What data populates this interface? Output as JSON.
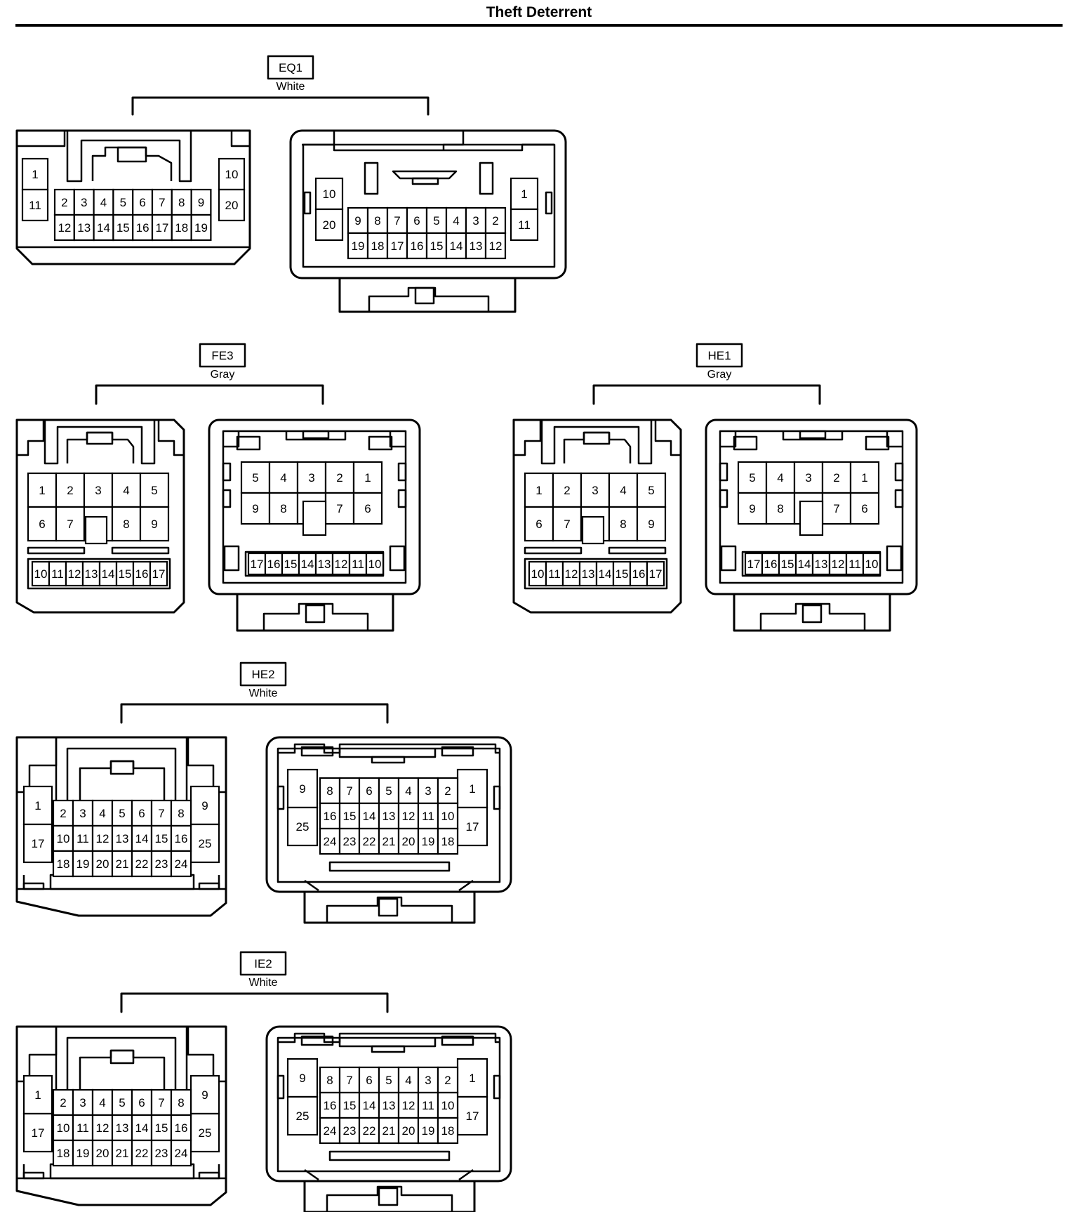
{
  "title": "Theft Deterrent",
  "connectors": [
    {
      "id": "EQ1",
      "color": "White",
      "pins": {
        "left_col_left": [
          "1",
          "11"
        ],
        "left_col_right": [
          "10",
          "20"
        ],
        "main_top": [
          "2",
          "3",
          "4",
          "5",
          "6",
          "7",
          "8",
          "9"
        ],
        "main_bottom": [
          "12",
          "13",
          "14",
          "15",
          "16",
          "17",
          "18",
          "19"
        ],
        "mirror_main_top": [
          "9",
          "8",
          "7",
          "6",
          "5",
          "4",
          "3",
          "2"
        ],
        "mirror_main_bottom": [
          "19",
          "18",
          "17",
          "16",
          "15",
          "14",
          "13",
          "12"
        ]
      }
    },
    {
      "id": "FE3",
      "color": "Gray",
      "pins": {
        "row1": [
          "1",
          "2",
          "3",
          "4",
          "5"
        ],
        "row2": [
          "6",
          "7",
          "",
          "8",
          "9"
        ],
        "row3": [
          "10",
          "11",
          "12",
          "13",
          "14",
          "15",
          "16",
          "17"
        ],
        "mirror_row1": [
          "5",
          "4",
          "3",
          "2",
          "1"
        ],
        "mirror_row2": [
          "9",
          "8",
          "",
          "7",
          "6"
        ],
        "mirror_row3": [
          "17",
          "16",
          "15",
          "14",
          "13",
          "12",
          "11",
          "10"
        ]
      }
    },
    {
      "id": "HE1",
      "color": "Gray",
      "pins": {
        "row1": [
          "1",
          "2",
          "3",
          "4",
          "5"
        ],
        "row2": [
          "6",
          "7",
          "",
          "8",
          "9"
        ],
        "row3": [
          "10",
          "11",
          "12",
          "13",
          "14",
          "15",
          "16",
          "17"
        ],
        "mirror_row1": [
          "5",
          "4",
          "3",
          "2",
          "1"
        ],
        "mirror_row2": [
          "9",
          "8",
          "",
          "7",
          "6"
        ],
        "mirror_row3": [
          "17",
          "16",
          "15",
          "14",
          "13",
          "12",
          "11",
          "10"
        ]
      }
    },
    {
      "id": "HE2",
      "color": "White",
      "pins": {
        "side_left": [
          "1",
          "17"
        ],
        "side_right": [
          "9",
          "25"
        ],
        "row1": [
          "2",
          "3",
          "4",
          "5",
          "6",
          "7",
          "8"
        ],
        "row2": [
          "10",
          "11",
          "12",
          "13",
          "14",
          "15",
          "16"
        ],
        "row3": [
          "18",
          "19",
          "20",
          "21",
          "22",
          "23",
          "24"
        ],
        "mirror_row1": [
          "8",
          "7",
          "6",
          "5",
          "4",
          "3",
          "2"
        ],
        "mirror_row2": [
          "16",
          "15",
          "14",
          "13",
          "12",
          "11",
          "10"
        ],
        "mirror_row3": [
          "24",
          "23",
          "22",
          "21",
          "20",
          "19",
          "18"
        ]
      }
    },
    {
      "id": "IE2",
      "color": "White",
      "pins": {
        "side_left": [
          "1",
          "17"
        ],
        "side_right": [
          "9",
          "25"
        ],
        "row1": [
          "2",
          "3",
          "4",
          "5",
          "6",
          "7",
          "8"
        ],
        "row2": [
          "10",
          "11",
          "12",
          "13",
          "14",
          "15",
          "16"
        ],
        "row3": [
          "18",
          "19",
          "20",
          "21",
          "22",
          "23",
          "24"
        ],
        "mirror_row1": [
          "8",
          "7",
          "6",
          "5",
          "4",
          "3",
          "2"
        ],
        "mirror_row2": [
          "16",
          "15",
          "14",
          "13",
          "12",
          "11",
          "10"
        ],
        "mirror_row3": [
          "24",
          "23",
          "22",
          "21",
          "20",
          "19",
          "18"
        ]
      }
    }
  ]
}
